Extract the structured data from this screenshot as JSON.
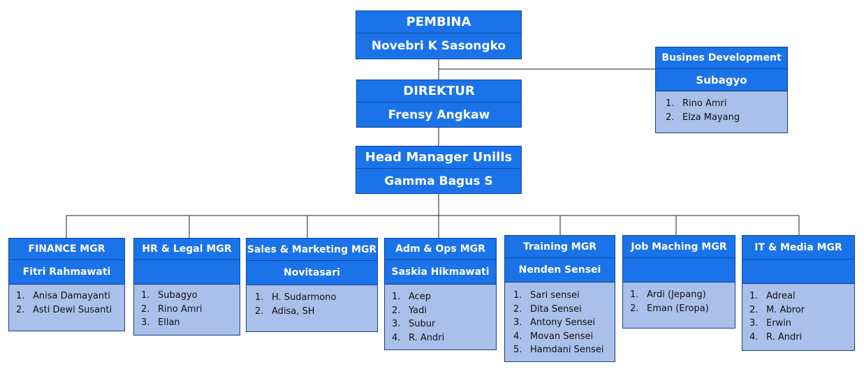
{
  "pembina": {
    "title": "PEMBINA",
    "name": "Novebri K Sasongko"
  },
  "direktur": {
    "title": "DIREKTUR",
    "name": "Frensy Angkaw"
  },
  "head_manager": {
    "title": "Head Manager Unills",
    "name": "Gamma Bagus S"
  },
  "business_development": {
    "title": "Busines Development",
    "name": "Subagyo",
    "members": [
      "Rino Amri",
      "Elza Mayang"
    ]
  },
  "managers": [
    {
      "title": "FINANCE MGR",
      "name": "Fitri Rahmawati",
      "members": [
        "Anisa Damayanti",
        "Asti Dewi Susanti"
      ]
    },
    {
      "title": "HR & Legal MGR",
      "name": "",
      "members": [
        "Subagyo",
        "Rino Amri",
        "Ellan"
      ]
    },
    {
      "title": "Sales & Marketing MGR",
      "name": "Novitasari",
      "members": [
        "H. Sudarmono",
        "Adisa, SH"
      ]
    },
    {
      "title": "Adm & Ops MGR",
      "name": "Saskia Hikmawati",
      "members": [
        "Acep",
        "Yadi",
        "Subur",
        "R. Andri"
      ]
    },
    {
      "title": "Training MGR",
      "name": "Nenden Sensei",
      "members": [
        "Sari sensei",
        "Dita Sensei",
        "Antony Sensei",
        "Movan Sensei",
        "Hamdani Sensei"
      ]
    },
    {
      "title": "Job Maching MGR",
      "name": "",
      "members": [
        "Ardi (Jepang)",
        "Eman (Eropa)"
      ]
    },
    {
      "title": "IT & Media MGR",
      "name": "",
      "members": [
        "Adreal",
        "M. Abror",
        "Erwin",
        "R. Andri"
      ]
    }
  ],
  "colors": {
    "header": "#1a73e8",
    "list": "#a9c0ea",
    "line": "#222222"
  }
}
